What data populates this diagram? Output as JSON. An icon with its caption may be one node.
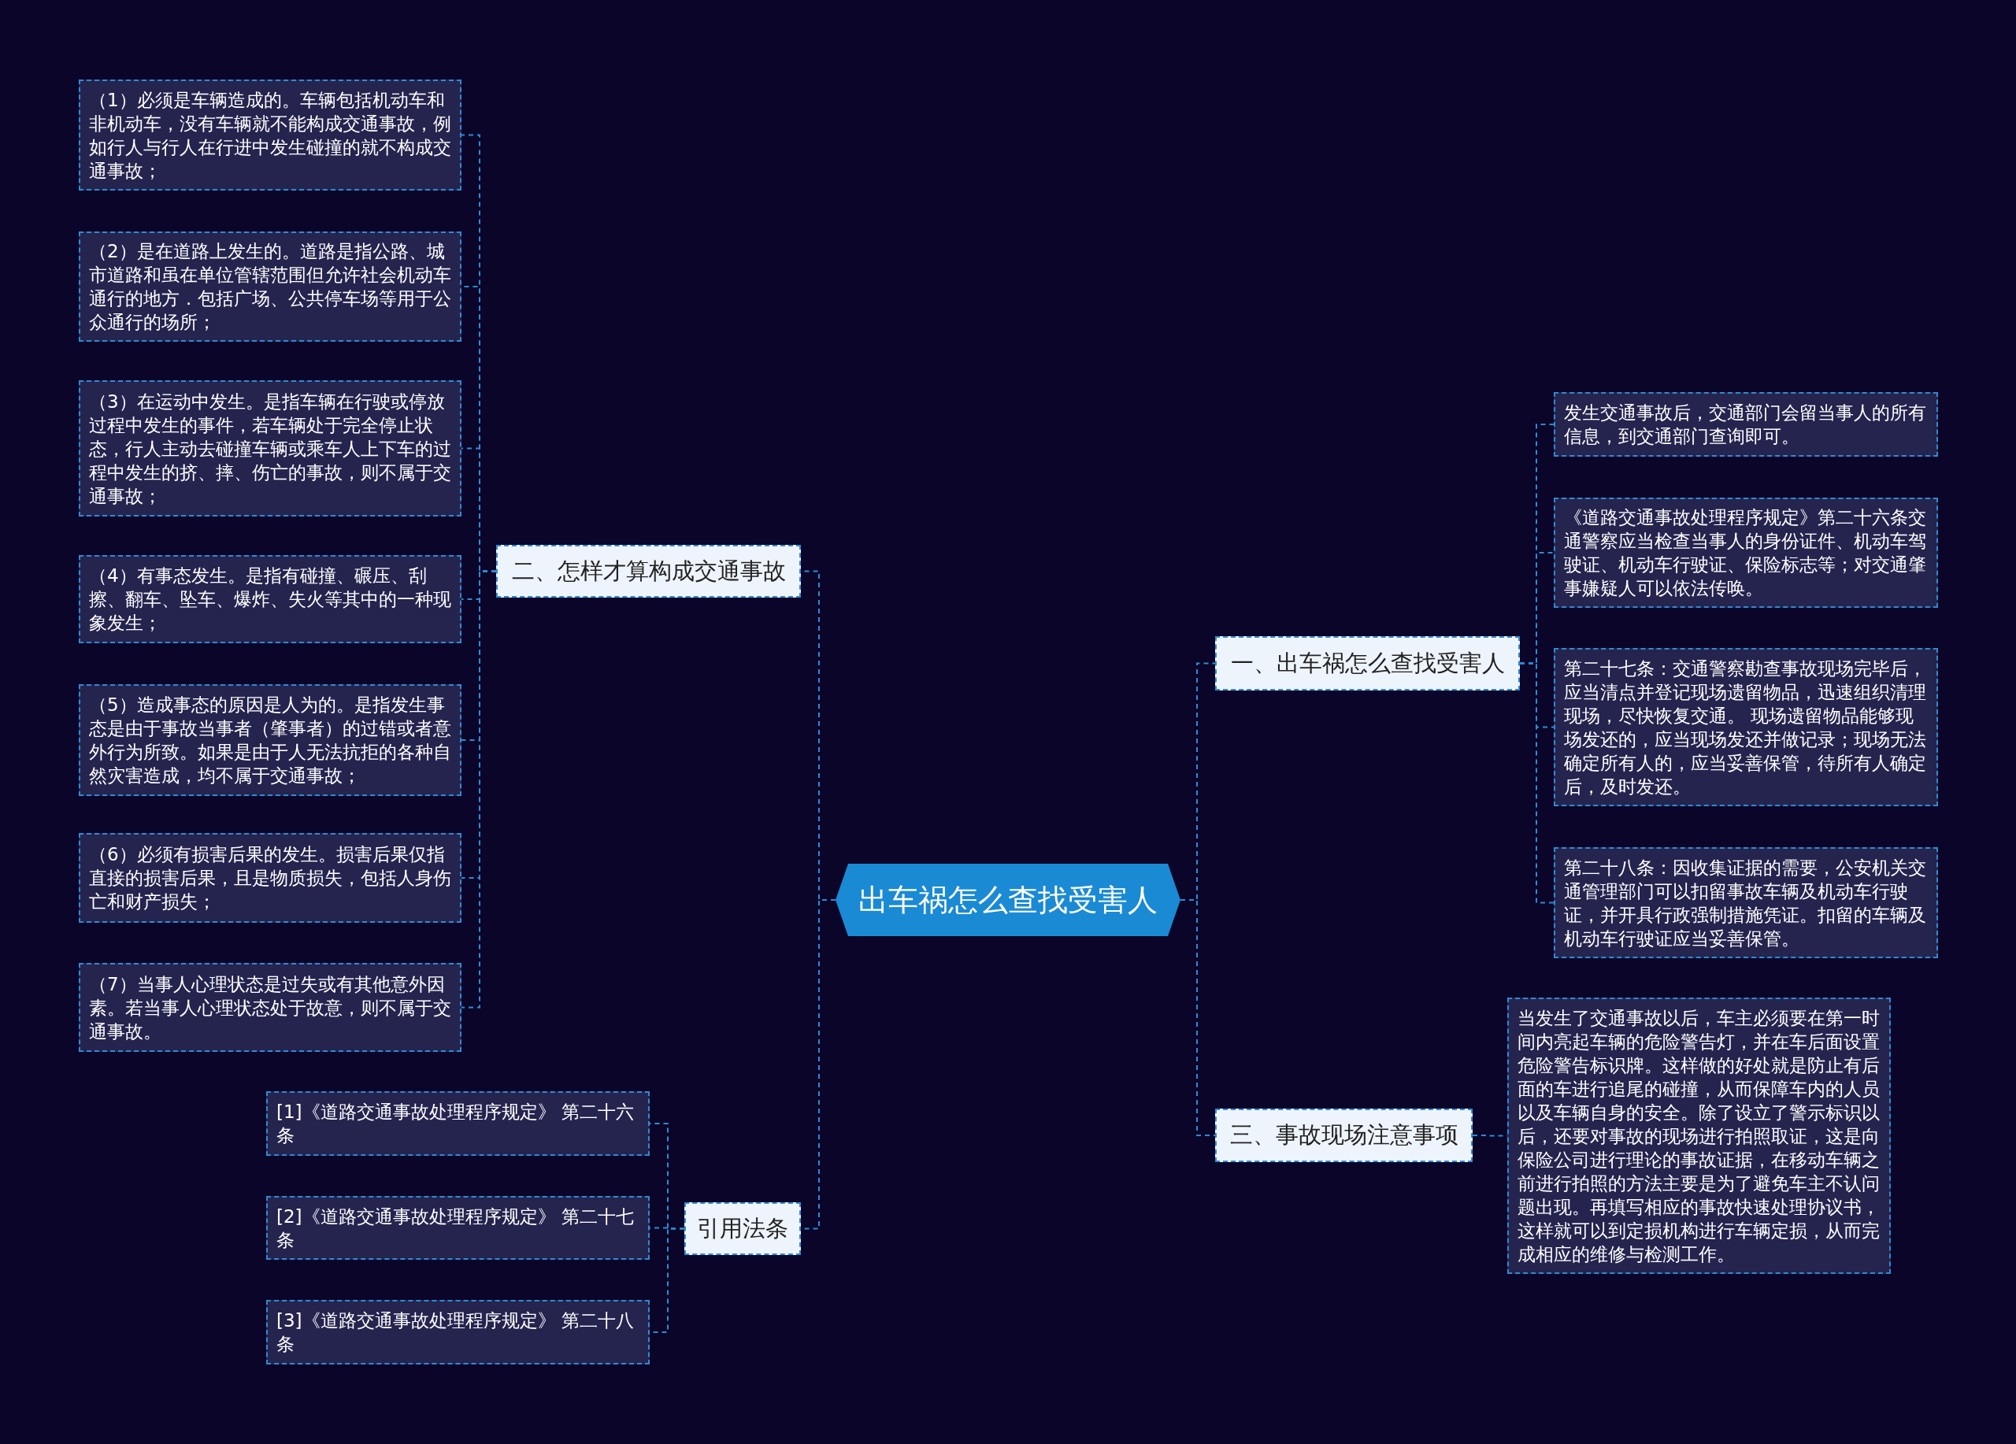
{
  "diagram": {
    "nodes": [
      {
        "text": [
          "出车祸怎么查找受害人"
        ]
      },
      {
        "text": [
          "二、怎样才算构成交通事故"
        ]
      },
      {
        "text": [
          "（1）必须是车辆造成的。车辆包括机动车和非机动车，没有车辆就不能构成交通事故，例如行人与行人在行进中发生碰撞的就不构成交通事故；"
        ]
      },
      {
        "text": [
          "（2）是在道路上发生的。道路是指公路、城市道路和虽在单位管辖范围但允许社会机动车通行的地方．包括广场、公共停车场等用于公众通行的场所；"
        ]
      },
      {
        "text": [
          "（3）在运动中发生。是指车辆在行驶或停放过程中发生的事件，若车辆处于完全停止状态，行人主动去碰撞车辆或乘车人上下车的过程中发生的挤、摔、伤亡的事故，则不属于交通事故；"
        ]
      },
      {
        "text": [
          "（4）有事态发生。是指有碰撞、碾压、刮擦、翻车、坠车、爆炸、失火等其中的一种现象发生；"
        ]
      },
      {
        "text": [
          "（5）造成事态的原因是人为的。是指发生事态是由于事故当事者（肇事者）的过错或者意外行为所致。如果是由于人无法抗拒的各种自然灾害造成，均不属于交通事故；"
        ]
      },
      {
        "text": [
          "（6）必须有损害后果的发生。损害后果仅指直接的损害后果，且是物质损失，包括人身伤亡和财产损失；"
        ]
      },
      {
        "text": [
          "（7）当事人心理状态是过失或有其他意外因素。若当事人心理状态处于故意，则不属于交通事故。"
        ]
      },
      {
        "text": [
          "引用法条"
        ]
      },
      {
        "text": [
          "[1]《道路交通事故处理程序规定》 第二十六条"
        ]
      },
      {
        "text": [
          "[2]《道路交通事故处理程序规定》 第二十七条"
        ]
      },
      {
        "text": [
          "[3]《道路交通事故处理程序规定》 第二十八条"
        ]
      },
      {
        "text": [
          "一、出车祸怎么查找受害人"
        ]
      },
      {
        "text": [
          "发生交通事故后，交通部门会留当事人的所有信息，到交通部门查询即可。"
        ]
      },
      {
        "text": [
          "《道路交通事故处理程序规定》第二十六条交通警察应当检查当事人的身份证件、机动车驾驶证、机动车行驶证、保险标志等；对交通肇事嫌疑人可以依法传唤。"
        ]
      },
      {
        "text": [
          "第二十七条：交通警察勘查事故现场完毕后，应当清点并登记现场遗留物品，迅速组织清理现场，尽快恢复交通。 现场遗留物品能够现场发还的，应当现场发还并做记录；现场无法确定所有人的，应当妥善保管，待所有人确定后，及时发还。"
        ]
      },
      {
        "text": [
          "第二十八条：因收集证据的需要，公安机关交通管理部门可以扣留事故车辆及机动车行驶证，并开具行政强制措施凭证。扣留的车辆及机动车行驶证应当妥善保管。"
        ]
      },
      {
        "text": [
          "三、事故现场注意事项"
        ]
      },
      {
        "text": [
          "当发生了交通事故以后，车主必须要在第一时间内亮起车辆的危险警告灯，并在车后面设置危险警告标识牌。这样做的好处就是防止有后面的车进行追尾的碰撞，从而保障车内的人员以及车辆自身的安全。除了设立了警示标识以后，还要对事故的现场进行拍照取证，这是向保险公司进行理论的事故证据，在移动车辆之前进行拍照的方法主要是为了避免车主不认问题出现。再填写相应的事故快速处理协议书，这样就可以到定损机构进行车辆定损，从而完成相应的维修与检测工作。"
        ]
      }
    ],
    "edges": [
      {
        "from": 0,
        "to": 1,
        "arrow": "none"
      },
      {
        "from": 1,
        "to": 2,
        "arrow": "none"
      },
      {
        "from": 1,
        "to": 3,
        "arrow": "none"
      },
      {
        "from": 1,
        "to": 4,
        "arrow": "none"
      },
      {
        "from": 1,
        "to": 5,
        "arrow": "none"
      },
      {
        "from": 1,
        "to": 6,
        "arrow": "none"
      },
      {
        "from": 1,
        "to": 7,
        "arrow": "none"
      },
      {
        "from": 1,
        "to": 8,
        "arrow": "none"
      },
      {
        "from": 0,
        "to": 9,
        "arrow": "none"
      },
      {
        "from": 9,
        "to": 10,
        "arrow": "none"
      },
      {
        "from": 9,
        "to": 11,
        "arrow": "none"
      },
      {
        "from": 9,
        "to": 12,
        "arrow": "none"
      },
      {
        "from": 0,
        "to": 13,
        "arrow": "none"
      },
      {
        "from": 13,
        "to": 14,
        "arrow": "none"
      },
      {
        "from": 13,
        "to": 15,
        "arrow": "none"
      },
      {
        "from": 13,
        "to": 16,
        "arrow": "none"
      },
      {
        "from": 13,
        "to": 17,
        "arrow": "none"
      },
      {
        "from": 0,
        "to": 18,
        "arrow": "none"
      },
      {
        "from": 18,
        "to": 19,
        "arrow": "none"
      }
    ]
  }
}
